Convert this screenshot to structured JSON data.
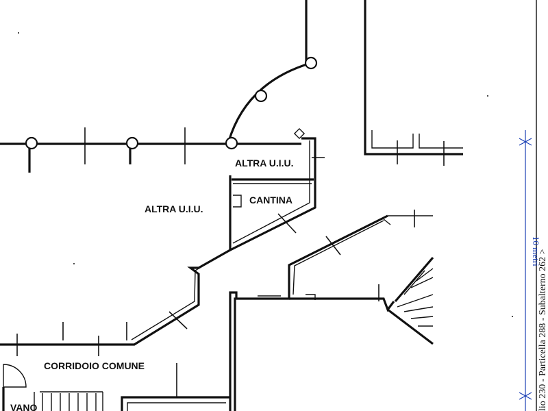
{
  "rooms": {
    "altra_uiu_top": "ALTRA U.I.U.",
    "altra_uiu_left": "ALTRA U.I.U.",
    "cantina": "CANTINA",
    "corridoio": "CORRIDOIO COMUNE",
    "vano": "VANO"
  },
  "dimension": {
    "text": "10 metri"
  },
  "side_note": {
    "text": "lio 230 - Particella 288 - Subalterno 262 >"
  }
}
